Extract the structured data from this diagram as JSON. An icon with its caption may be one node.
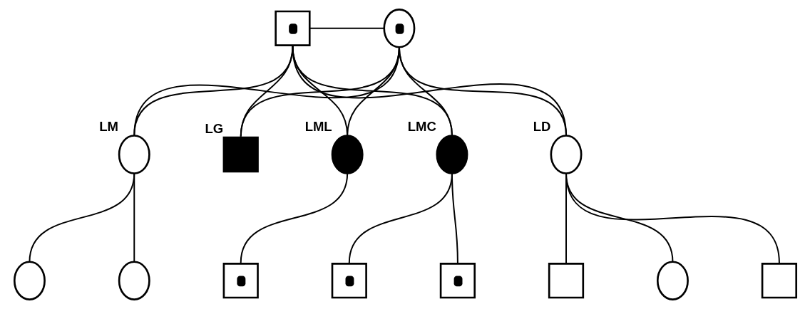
{
  "diagram": {
    "nodes": [
      {
        "text": [],
        "shape": "box"
      },
      {
        "text": [],
        "shape": "circle"
      },
      {
        "text": [],
        "shape": "circle",
        "beside": [
          "LM"
        ]
      },
      {
        "text": [],
        "shape": "box",
        "beside": [
          "LG"
        ]
      },
      {
        "text": [],
        "shape": "circle",
        "beside": [
          "LML"
        ]
      },
      {
        "text": [],
        "shape": "circle",
        "beside": [
          "LMC"
        ]
      },
      {
        "text": [],
        "shape": "circle",
        "beside": [
          "LD"
        ]
      },
      {
        "text": [],
        "shape": "circle"
      },
      {
        "text": [],
        "shape": "circle"
      },
      {
        "text": [],
        "shape": "box"
      },
      {
        "text": [],
        "shape": "box"
      },
      {
        "text": [],
        "shape": "box"
      },
      {
        "text": [],
        "shape": "box"
      },
      {
        "text": [],
        "shape": "circle"
      },
      {
        "text": [],
        "shape": "box"
      }
    ],
    "edges": [
      {
        "from": 0,
        "to": 1,
        "arrow": "none"
      },
      {
        "from": 0,
        "to": 2,
        "arrow": "none"
      },
      {
        "from": 1,
        "to": 2,
        "arrow": "none"
      },
      {
        "from": 0,
        "to": 3,
        "arrow": "none"
      },
      {
        "from": 1,
        "to": 3,
        "arrow": "none"
      },
      {
        "from": 0,
        "to": 4,
        "arrow": "none"
      },
      {
        "from": 1,
        "to": 4,
        "arrow": "none"
      },
      {
        "from": 0,
        "to": 5,
        "arrow": "none"
      },
      {
        "from": 1,
        "to": 5,
        "arrow": "none"
      },
      {
        "from": 0,
        "to": 6,
        "arrow": "none"
      },
      {
        "from": 1,
        "to": 6,
        "arrow": "none"
      },
      {
        "from": 2,
        "to": 7,
        "arrow": "none"
      },
      {
        "from": 2,
        "to": 8,
        "arrow": "none"
      },
      {
        "from": 4,
        "to": 9,
        "arrow": "none"
      },
      {
        "from": 5,
        "to": 10,
        "arrow": "none"
      },
      {
        "from": 5,
        "to": 11,
        "arrow": "none"
      },
      {
        "from": 6,
        "to": 12,
        "arrow": "none"
      },
      {
        "from": 6,
        "to": 13,
        "arrow": "none"
      },
      {
        "from": 6,
        "to": 14,
        "arrow": "none"
      }
    ]
  }
}
